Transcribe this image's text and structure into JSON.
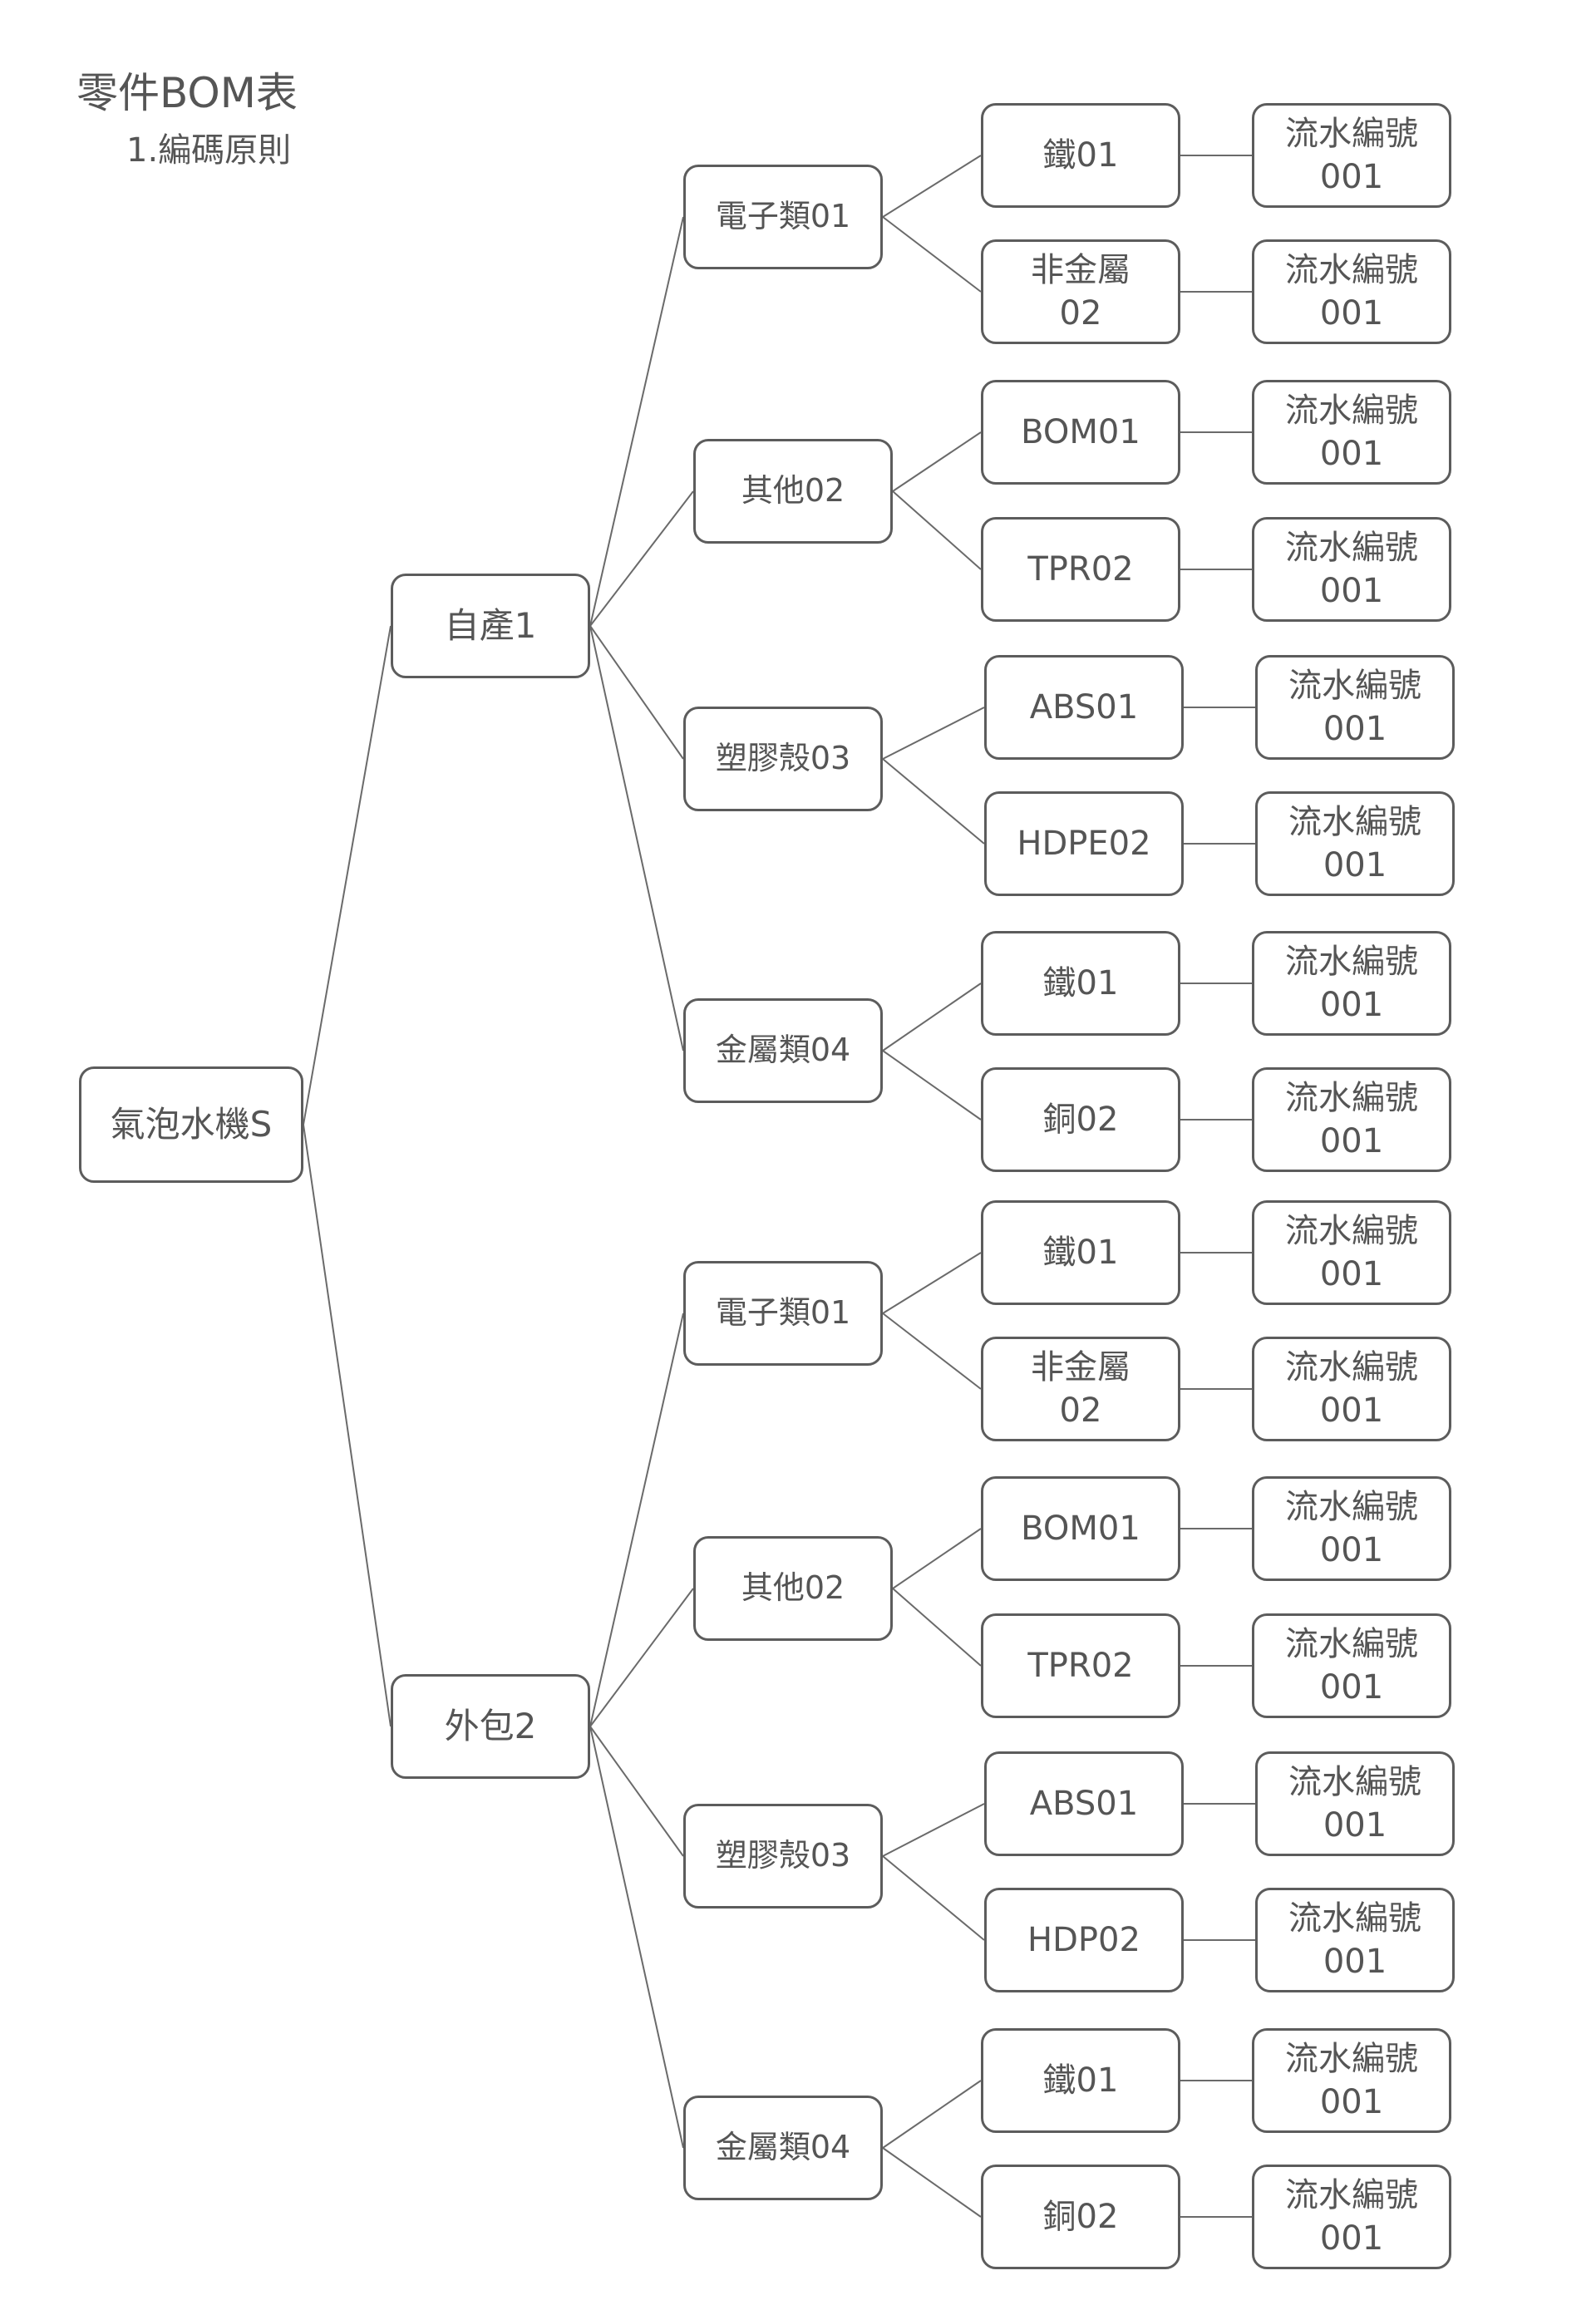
{
  "header": {
    "title": "零件BOM表",
    "subtitle": "1.編碼原則"
  },
  "tree": {
    "root": "氣泡水機S",
    "branches": [
      {
        "label": "自產1",
        "groups": [
          {
            "label": "電子類01",
            "items": [
              {
                "label": "鐵01",
                "serial": "流水編號\n001"
              },
              {
                "label": "非金屬\n02",
                "serial": "流水編號\n001"
              }
            ]
          },
          {
            "label": "其他02",
            "items": [
              {
                "label": "BOM01",
                "serial": "流水編號\n001"
              },
              {
                "label": "TPR02",
                "serial": "流水編號\n001"
              }
            ]
          },
          {
            "label": "塑膠殼03",
            "items": [
              {
                "label": "ABS01",
                "serial": "流水編號\n001"
              },
              {
                "label": "HDPE02",
                "serial": "流水編號\n001"
              }
            ]
          },
          {
            "label": "金屬類04",
            "items": [
              {
                "label": "鐵01",
                "serial": "流水編號\n001"
              },
              {
                "label": "銅02",
                "serial": "流水編號\n001"
              }
            ]
          }
        ]
      },
      {
        "label": "外包2",
        "groups": [
          {
            "label": "電子類01",
            "items": [
              {
                "label": "鐵01",
                "serial": "流水編號\n001"
              },
              {
                "label": "非金屬\n02",
                "serial": "流水編號\n001"
              }
            ]
          },
          {
            "label": "其他02",
            "items": [
              {
                "label": "BOM01",
                "serial": "流水編號\n001"
              },
              {
                "label": "TPR02",
                "serial": "流水編號\n001"
              }
            ]
          },
          {
            "label": "塑膠殼03",
            "items": [
              {
                "label": "ABS01",
                "serial": "流水編號\n001"
              },
              {
                "label": "HDP02",
                "serial": "流水編號\n001"
              }
            ]
          },
          {
            "label": "金屬類04",
            "items": [
              {
                "label": "鐵01",
                "serial": "流水編號\n001"
              },
              {
                "label": "銅02",
                "serial": "流水編號\n001"
              }
            ]
          }
        ]
      }
    ]
  }
}
